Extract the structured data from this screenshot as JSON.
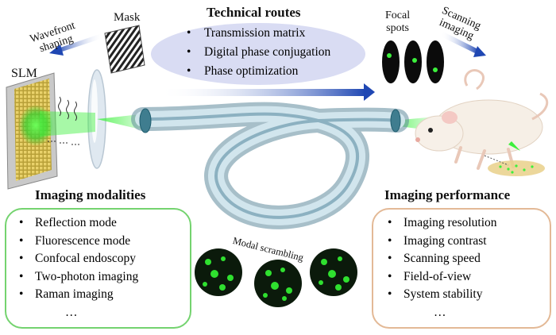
{
  "technical_routes": {
    "title": "Technical routes",
    "items": [
      "Transmission matrix",
      "Digital phase conjugation",
      "Phase optimization"
    ]
  },
  "top_labels": {
    "wavefront_shaping": [
      "Wavefront",
      "shaping"
    ],
    "mask": "Mask",
    "slm": "SLM",
    "focal_spots": [
      "Focal",
      "spots"
    ],
    "scanning_imaging": [
      "Scanning",
      "imaging"
    ],
    "modal_scrambling": "Modal scrambling"
  },
  "imaging_modalities": {
    "title": "Imaging modalities",
    "items": [
      "Reflection mode",
      "Fluorescence mode",
      "Confocal endoscopy",
      "Two-photon imaging",
      "Raman imaging"
    ],
    "more": "…"
  },
  "imaging_performance": {
    "title": "Imaging performance",
    "items": [
      "Imaging resolution",
      "Imaging contrast",
      "Scanning speed",
      "Field-of-view",
      "System stability"
    ],
    "more": "…"
  },
  "colors": {
    "laser_green": "#39e03a",
    "arrow_blue": "#2b50b8",
    "fiber": "#8fb6c8",
    "box_green": "#74d36f",
    "box_orange": "#e3b996",
    "routes_fill": "#d9dcf3"
  }
}
